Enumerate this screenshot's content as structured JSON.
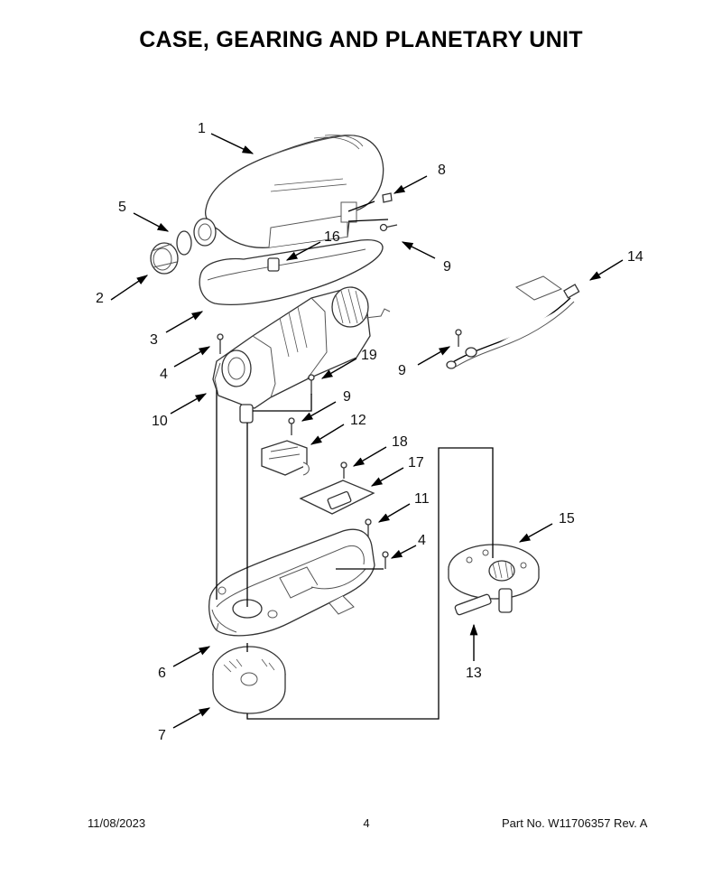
{
  "title": "CASE, GEARING AND PLANETARY UNIT",
  "callouts": {
    "c1": "1",
    "c2": "2",
    "c3": "3",
    "c4a": "4",
    "c4b": "4",
    "c5": "5",
    "c6": "6",
    "c7": "7",
    "c8": "8",
    "c9a": "9",
    "c9b": "9",
    "c9c": "9",
    "c10": "10",
    "c11": "11",
    "c12": "12",
    "c13": "13",
    "c14": "14",
    "c15": "15",
    "c16": "16",
    "c17": "17",
    "c18": "18",
    "c19": "19"
  },
  "footer": {
    "date": "11/08/2023",
    "page": "4",
    "part": "Part No.  W11706357  Rev.  A"
  }
}
